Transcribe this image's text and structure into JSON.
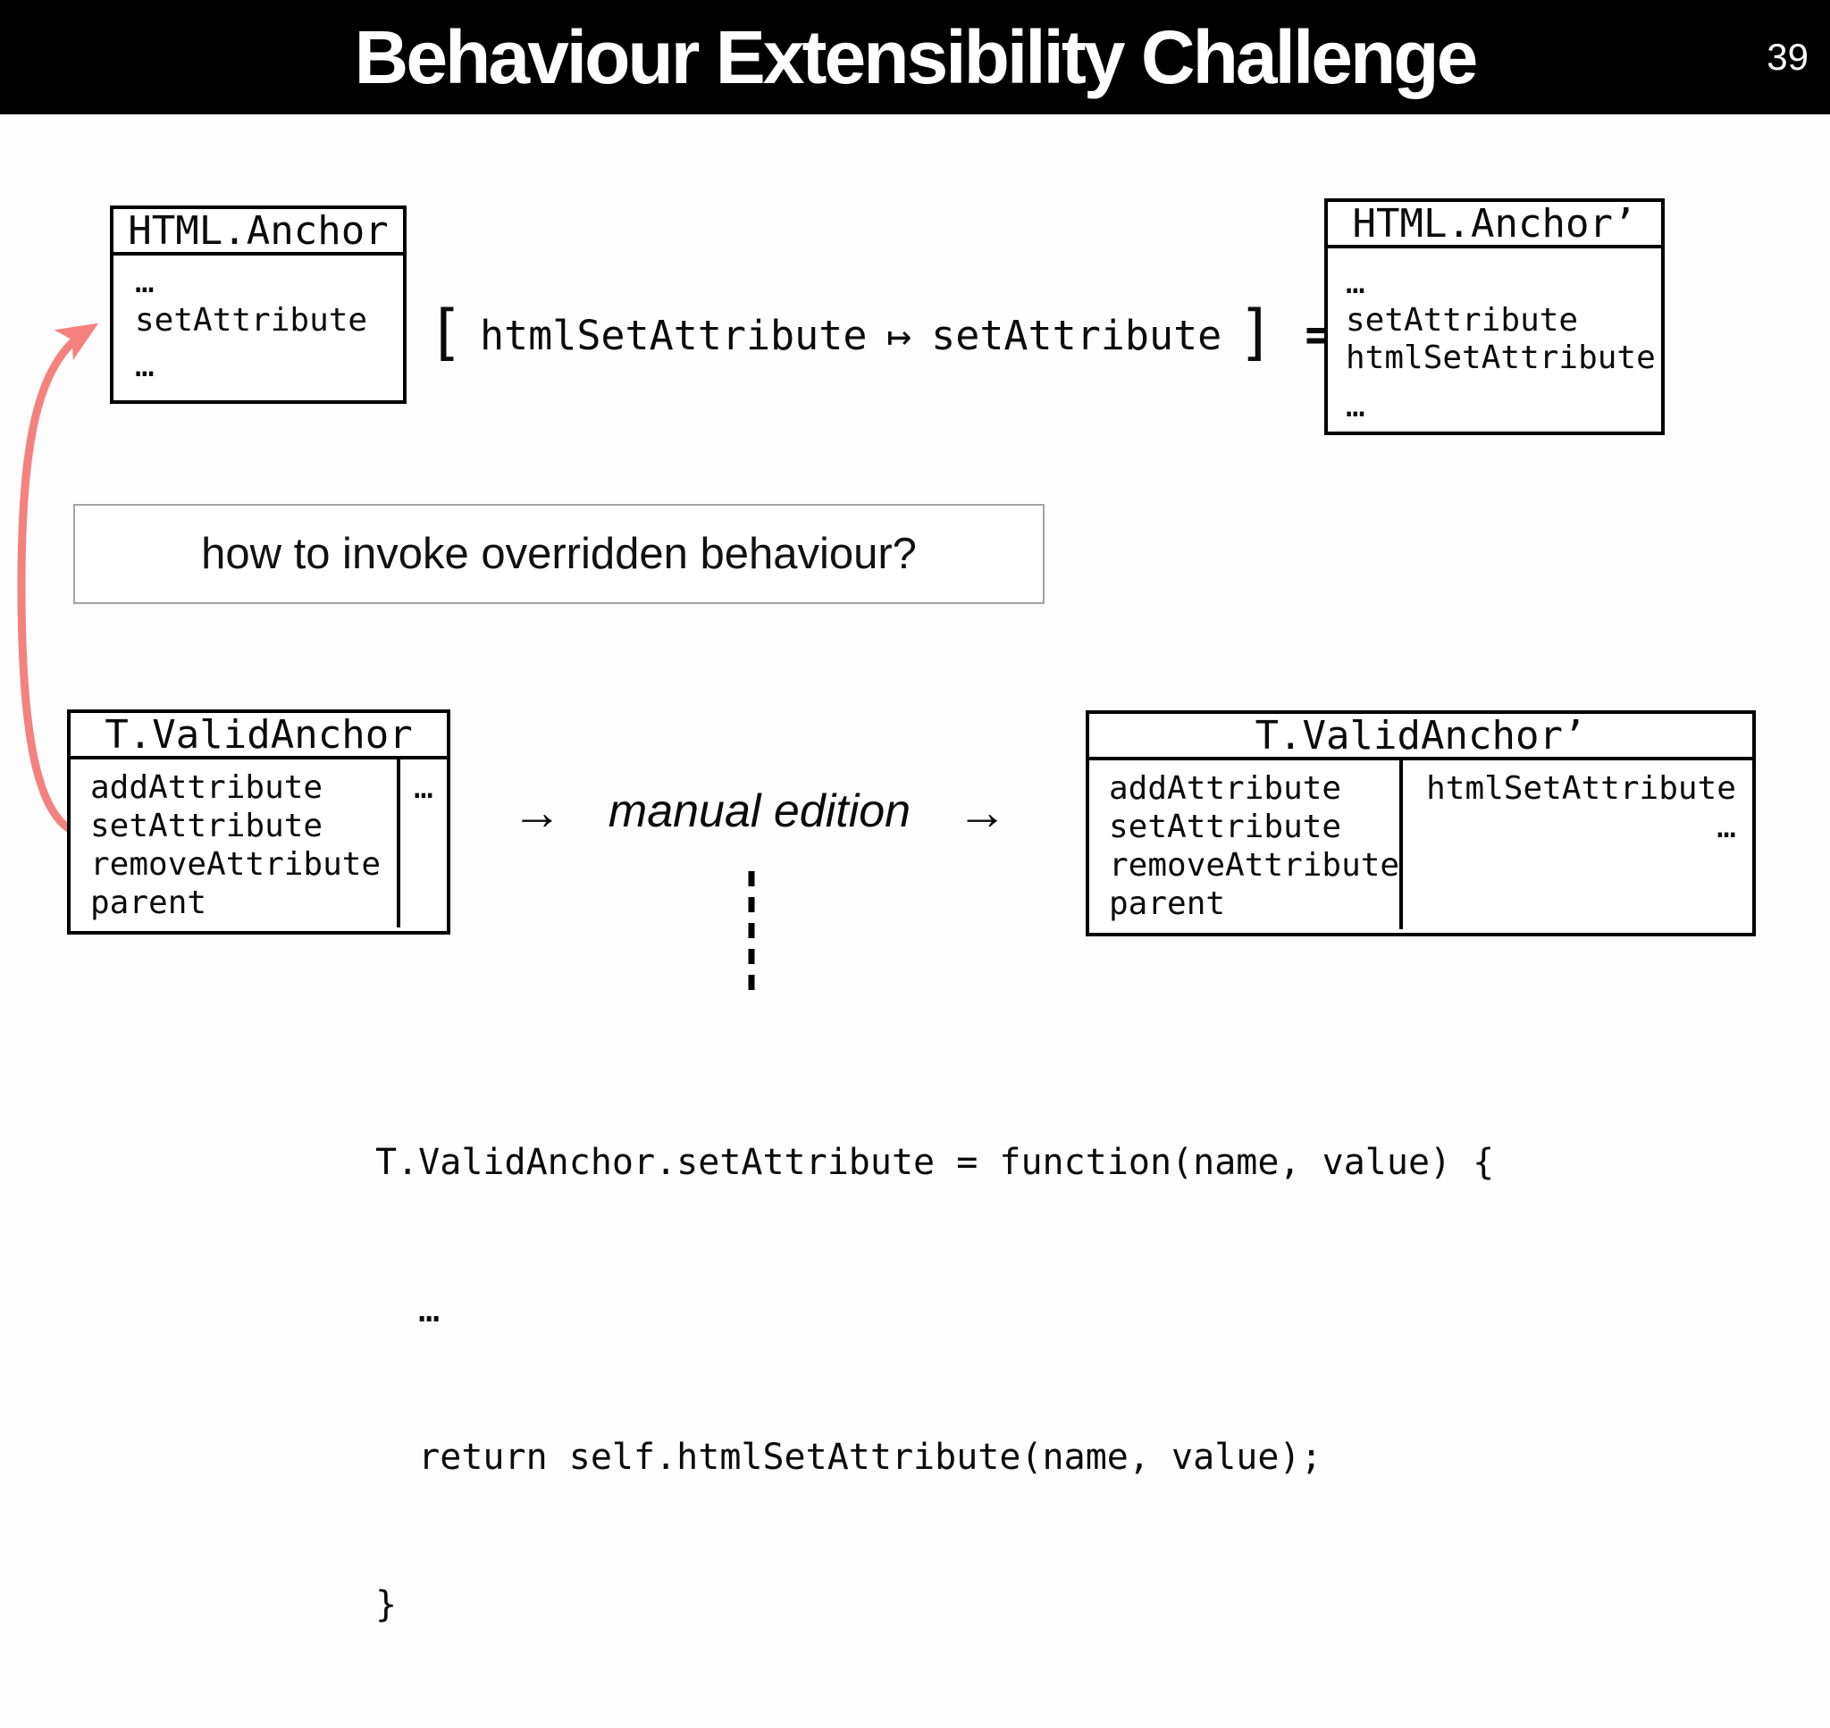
{
  "header": {
    "title": "Behaviour Extensibility Challenge",
    "slide_number": "39"
  },
  "boxes": {
    "html_anchor": {
      "title": "HTML.Anchor",
      "members": [
        "…",
        "setAttribute",
        "…"
      ]
    },
    "html_anchor_prime": {
      "title": "HTML.Anchor’",
      "members": [
        "…",
        "setAttribute",
        "htmlSetAttribute",
        "…"
      ]
    },
    "t_valid_anchor": {
      "title": "T.ValidAnchor",
      "left_members": [
        "addAttribute",
        "setAttribute",
        "removeAttribute",
        "parent"
      ],
      "right_members": [
        "…"
      ]
    },
    "t_valid_anchor_prime": {
      "title": "T.ValidAnchor’",
      "left_members": [
        "addAttribute",
        "setAttribute",
        "removeAttribute",
        "parent"
      ],
      "right_members": [
        "htmlSetAttribute",
        "…"
      ]
    }
  },
  "rename_formula": {
    "open_bracket": "[",
    "from": "htmlSetAttribute",
    "mapsto": "↦",
    "to": "setAttribute",
    "close_bracket": "]",
    "equals": "="
  },
  "question_label": "how to invoke overridden behaviour?",
  "manual_edition": {
    "left_arrow": "→",
    "label": "manual edition",
    "right_arrow": "→"
  },
  "code_block": {
    "lines": [
      "T.ValidAnchor.setAttribute = function(name, value) {",
      "  …",
      "  return self.htmlSetAttribute(name, value);",
      "}"
    ]
  },
  "colors": {
    "header_bg": "#000000",
    "arrow": "#f5817e",
    "dashed_line": "#000000",
    "box_border": "#000000",
    "question_border": "#a3a3a3"
  }
}
